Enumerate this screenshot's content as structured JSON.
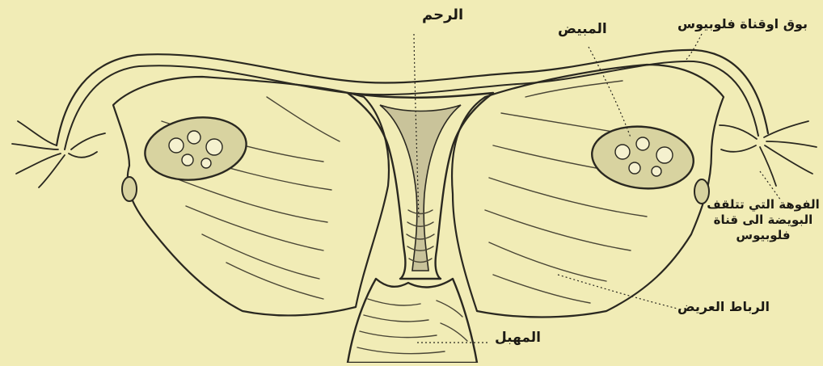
{
  "labels": {
    "uterus": "الرحم",
    "ovary": "المبيض",
    "fallopian_tube": "بوق اوقناة فلوبيوس",
    "fimbria_line1": "الفوهة التي تتلقف",
    "fimbria_line2": "البويضة الى قناة",
    "fimbria_line3": "فلوبيوس",
    "broad_ligament": "الرباط العريض",
    "vagina": "المهبل"
  },
  "colors": {
    "paper": "#f1ecb6",
    "ink": "#2a2820",
    "ovary_fill": "#d8d3a0",
    "shade": "#8b8670"
  }
}
